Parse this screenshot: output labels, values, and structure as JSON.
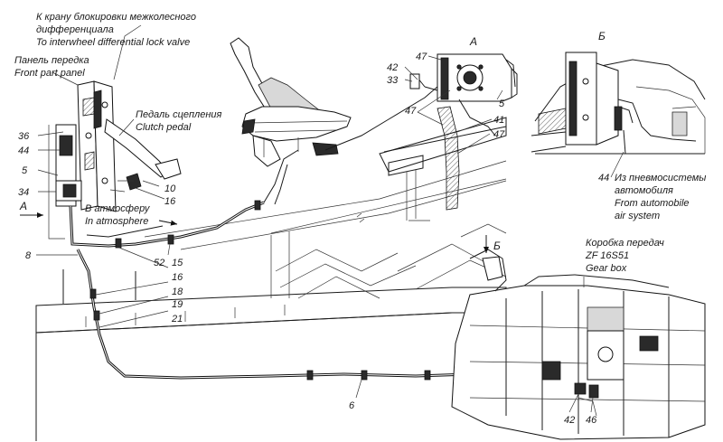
{
  "labels": {
    "diff_lock_ru_1": "К крану блокировки межколесного",
    "diff_lock_ru_2": "дифференциала",
    "diff_lock_en": "To interwheel differential lock valve",
    "panel_ru": "Панель передка",
    "panel_en": "Front part panel",
    "pedal_ru": "Педаль сцепления",
    "pedal_en": "Clutch pedal",
    "atmos_ru": "В атмосферу",
    "atmos_en": "In atmosphere",
    "air_ru_1": "Из пневмосистемы",
    "air_ru_2": "автомобиля",
    "air_en_1": "From automobile",
    "air_en_2": "air system",
    "gearbox_ru": "Коробка передач",
    "gearbox_model": "ZF  16S51",
    "gearbox_en": "Gear box"
  },
  "views": {
    "view_a": "А",
    "view_b": "Б",
    "arrow_a": "А",
    "arrow_b": "Б"
  },
  "callouts": {
    "c36": "36",
    "c44_left": "44",
    "c5_left": "5",
    "c34": "34",
    "c8": "8",
    "c10": "10",
    "c16_pedal": "16",
    "c52": "52",
    "c15": "15",
    "c16": "16",
    "c18": "18",
    "c19": "19",
    "c21": "21",
    "c6": "6",
    "c42_a": "42",
    "c33": "33",
    "c47_top": "47",
    "c47_mid": "47",
    "c5_a": "5",
    "c41": "41",
    "c47_low": "47",
    "c44_b": "44",
    "c42_bottom": "42",
    "c46": "46"
  }
}
